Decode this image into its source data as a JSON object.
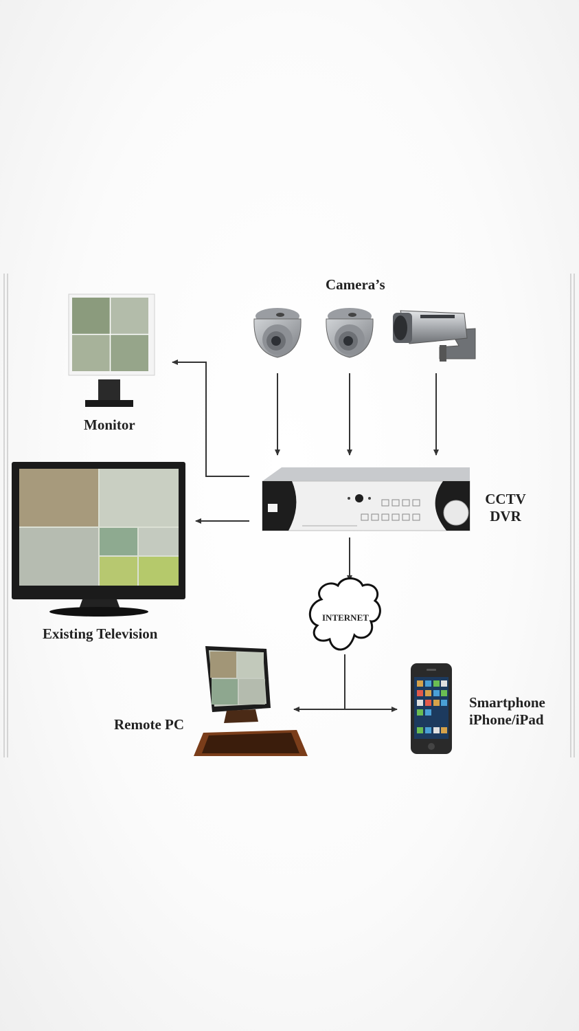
{
  "labels": {
    "cameras": "Camera’s",
    "monitor": "Monitor",
    "tv": "Existing Television",
    "dvr_line1": "CCTV",
    "dvr_line2": "DVR",
    "internet": "INTERNET",
    "remote_pc": "Remote PC",
    "phone_line1": "Smartphone",
    "phone_line2": "iPhone/iPad"
  },
  "colors": {
    "line": "#333333",
    "device_dark": "#2a2a2a",
    "device_silver": "#b9bcc0",
    "screen_green": "#8fb36a",
    "pc_wood": "#7a3d1a"
  },
  "icons": [
    "dome-camera-icon",
    "bullet-camera-icon",
    "monitor-icon",
    "tv-icon",
    "dvr-icon",
    "cloud-icon",
    "pc-icon",
    "smartphone-icon"
  ]
}
